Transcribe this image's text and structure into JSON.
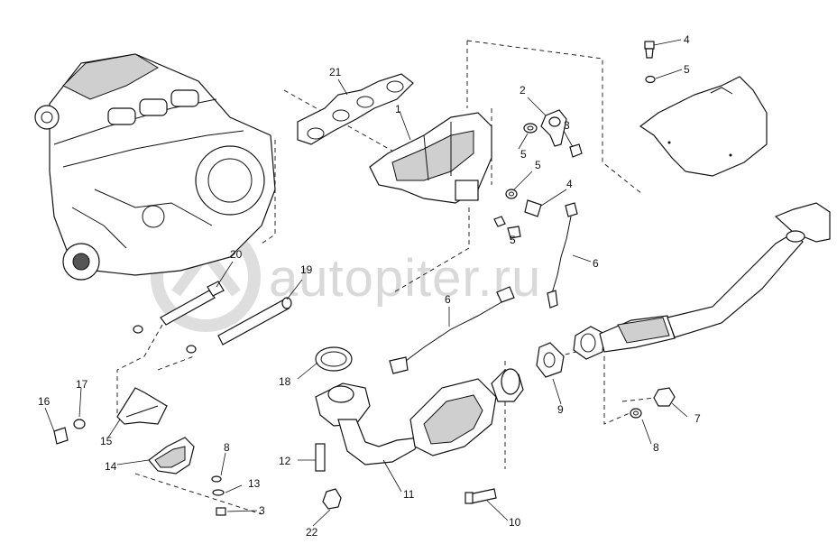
{
  "watermark": "autopiter.ru",
  "callouts": [
    "1",
    "2",
    "3",
    "3",
    "4",
    "4",
    "5",
    "5",
    "5",
    "5",
    "6",
    "6",
    "7",
    "8",
    "8",
    "9",
    "10",
    "11",
    "12",
    "13",
    "14",
    "15",
    "16",
    "17",
    "18",
    "19",
    "20",
    "21",
    "22"
  ]
}
